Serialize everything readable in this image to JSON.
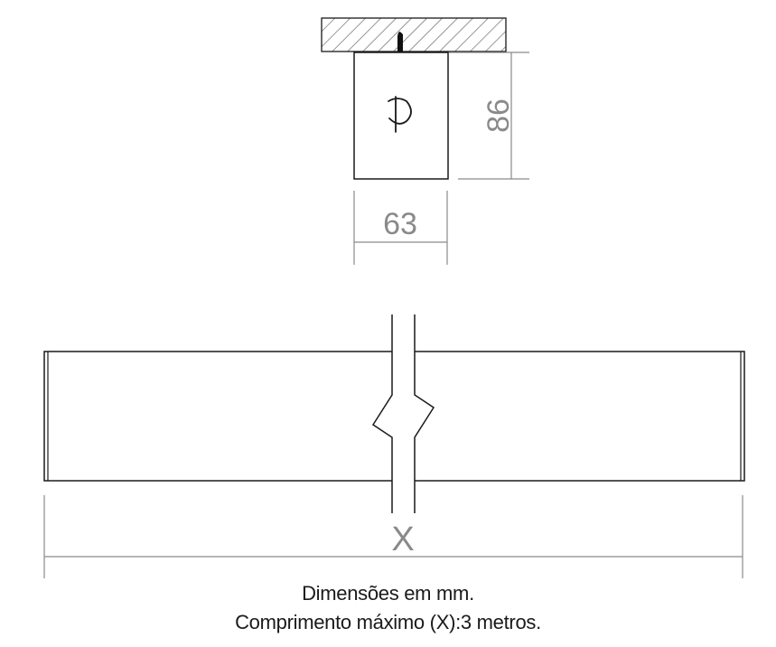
{
  "side_view": {
    "height_label": "86",
    "width_label": "63"
  },
  "front_view": {
    "length_label": "X"
  },
  "notes": {
    "dimensions_unit": "Dimensões em mm.",
    "max_length": "Comprimento máximo (X):3 metros."
  },
  "colors": {
    "line": "#1a1a1a",
    "dimension": "#8a8a8a"
  }
}
